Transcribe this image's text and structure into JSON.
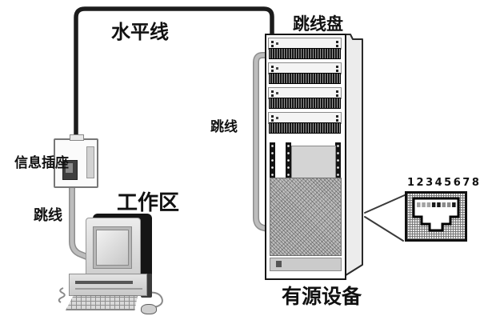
{
  "labels": {
    "horizontal_cable": "水平线",
    "patch_panel": "跳线盘",
    "info_outlet": "信息插座",
    "outlet_jumper": "跳线",
    "work_area": "工作区",
    "rack_jumper": "跳线",
    "active_equipment": "有源设备"
  },
  "rj45": {
    "pin_numbers": "12345678",
    "pin_colors": [
      "#a3a3a3",
      "#a3a3a3",
      "#a3a3a3",
      "#1a1a1a",
      "#1a1a1a",
      "#8c8c8c",
      "#8c8c8c",
      "#1a1a1a"
    ]
  },
  "colors": {
    "background": "#ffffff",
    "horizontal_cable": "#1c1c1c",
    "jumper_cable_edge": "#8d8d8d",
    "jumper_cable": "#bdbdbd",
    "callout_line": "#3a3a3a",
    "rack_outline": "#161616",
    "text": "#111111"
  }
}
